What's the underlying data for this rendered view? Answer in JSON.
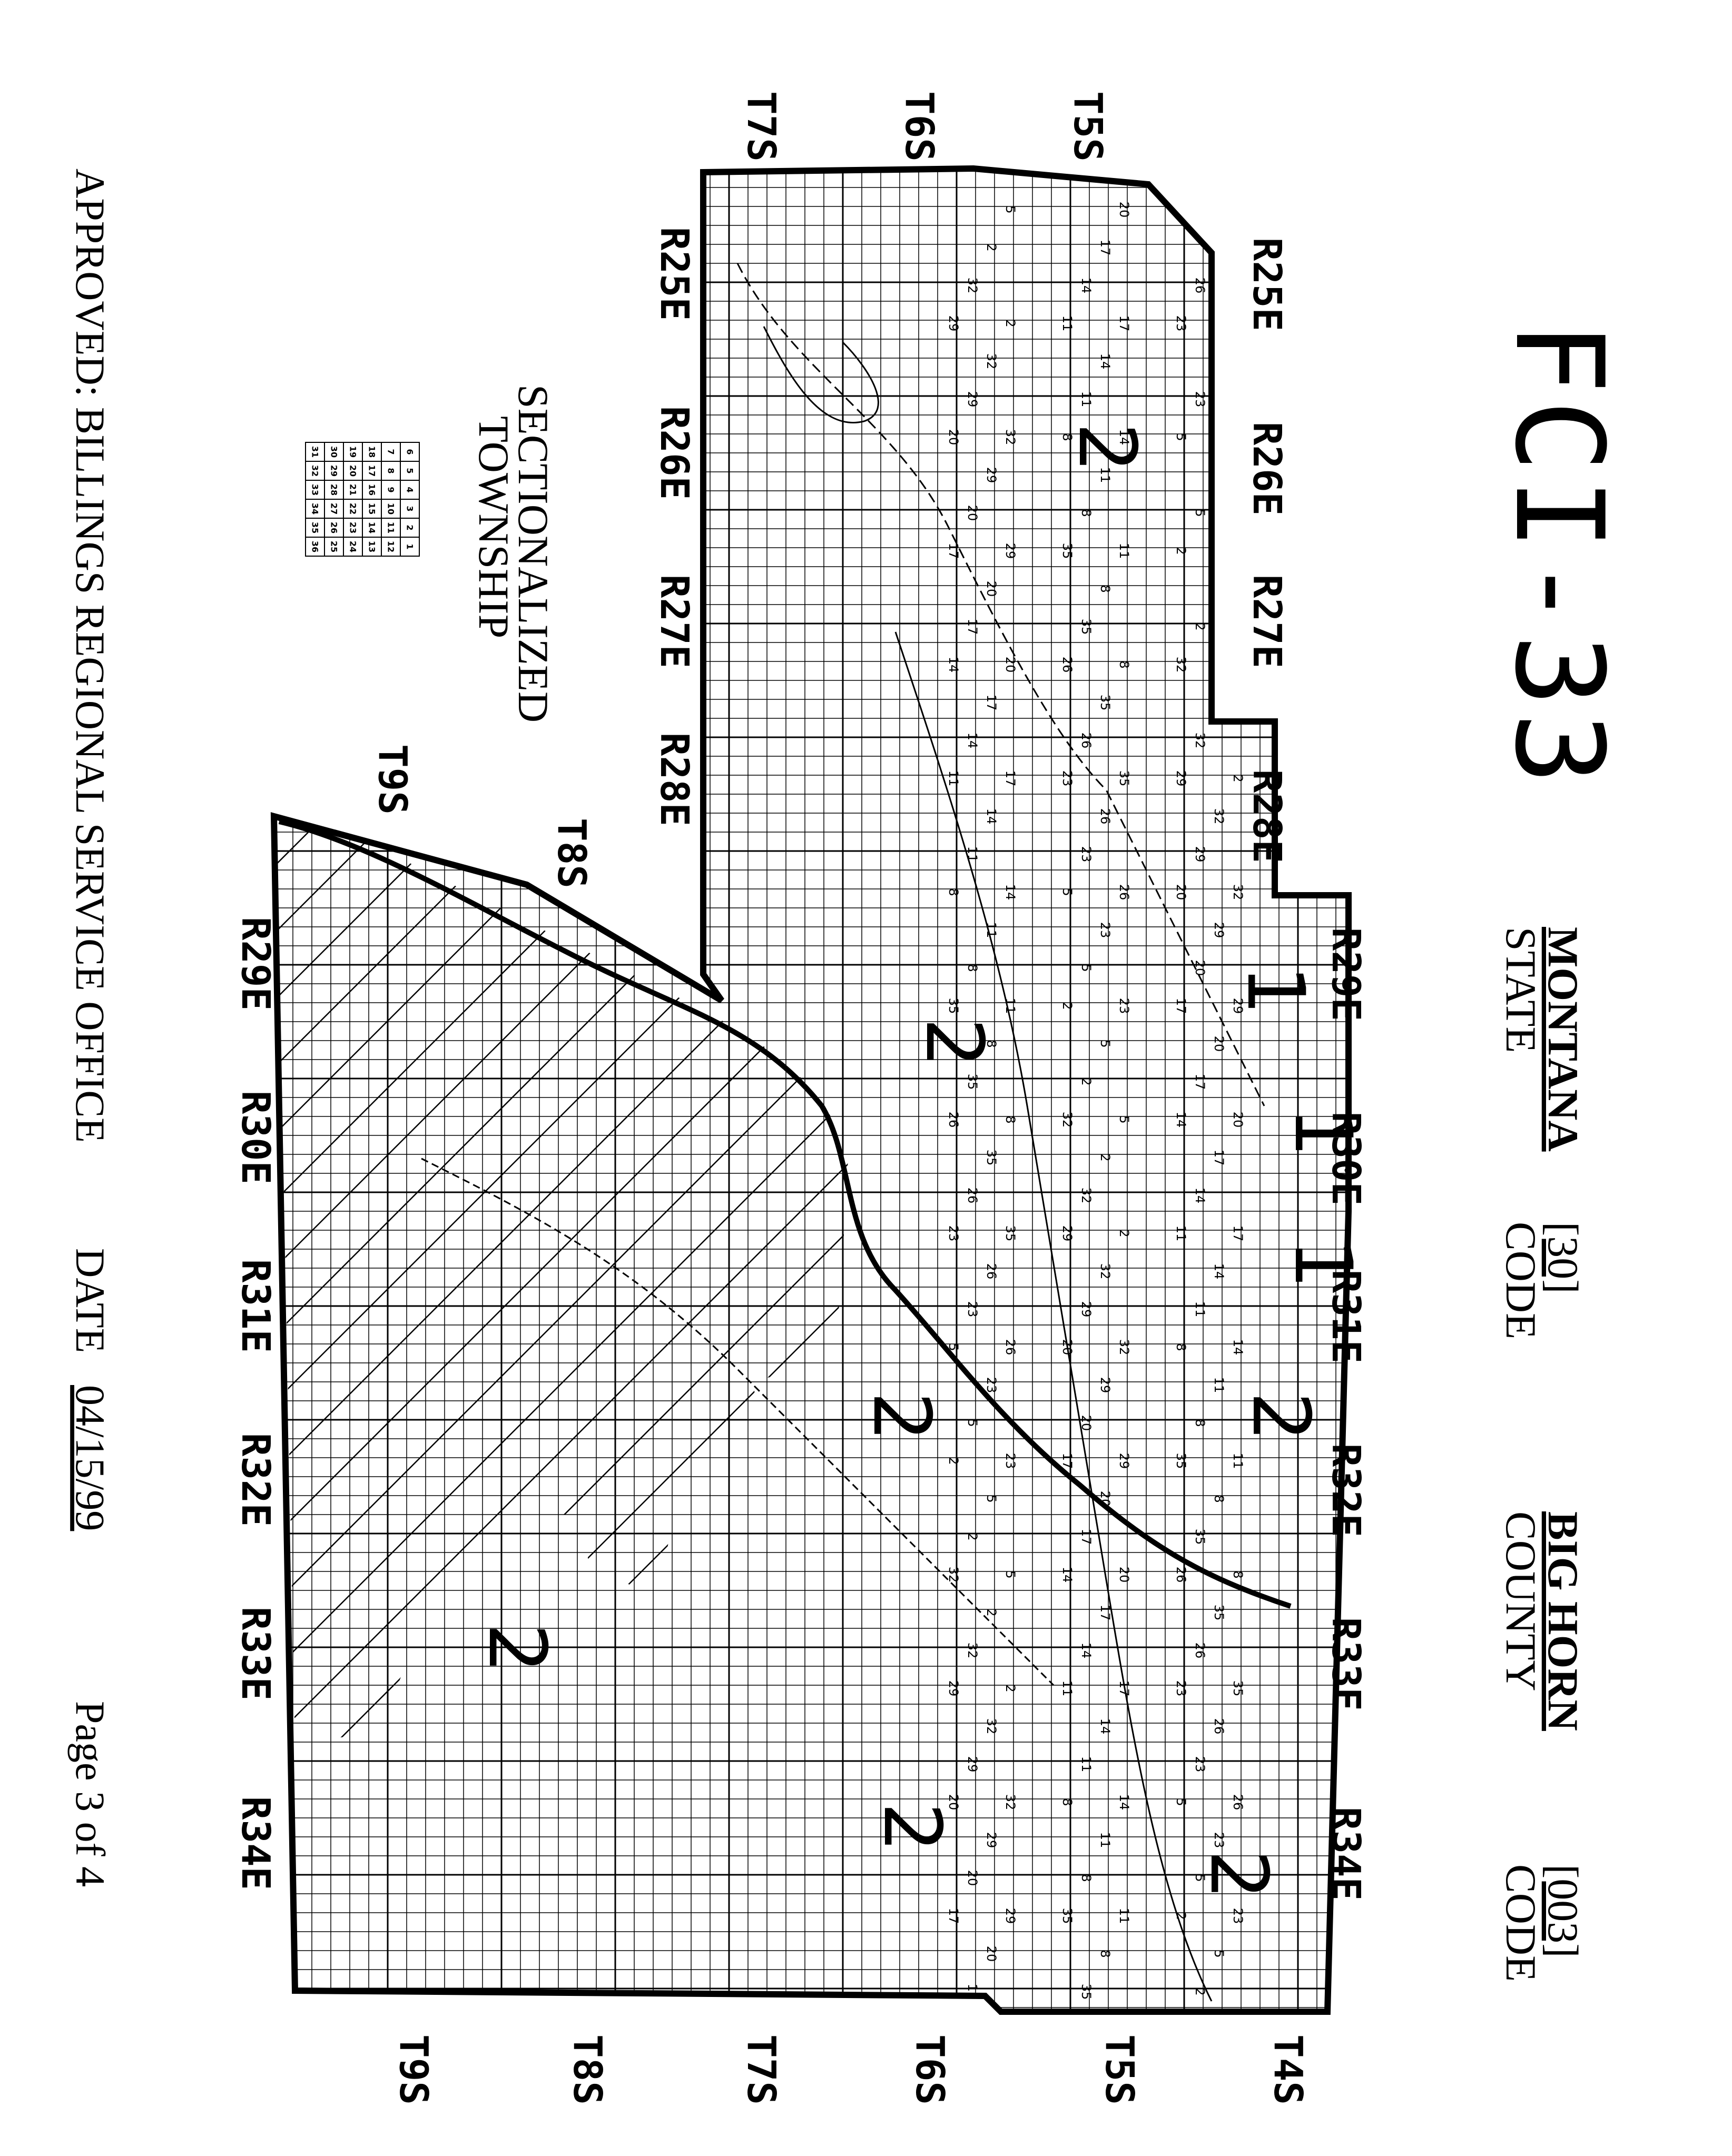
{
  "map_id": "FCI-33",
  "state_label": "STATE",
  "state_value": "MONTANA",
  "state_code_label": "CODE",
  "state_code_value": "[30]",
  "county_label": "COUNTY",
  "county_value": "BIG HORN",
  "county_code_label": "CODE",
  "county_code_value": "[003]",
  "approved": "APPROVED: BILLINGS REGIONAL SERVICE OFFICE",
  "date_label": "DATE",
  "date_value": "04/15/99",
  "page": "Page 3 of 4",
  "key": {
    "title_1": "SECTIONALIZED",
    "title_2": "TOWNSHIP",
    "rows": [
      [
        "6",
        "5",
        "4",
        "3",
        "2",
        "1"
      ],
      [
        "7",
        "8",
        "9",
        "10",
        "11",
        "12"
      ],
      [
        "18",
        "17",
        "16",
        "15",
        "14",
        "13"
      ],
      [
        "19",
        "20",
        "21",
        "22",
        "23",
        "24"
      ],
      [
        "30",
        "29",
        "28",
        "27",
        "26",
        "25"
      ],
      [
        "31",
        "32",
        "33",
        "34",
        "35",
        "36"
      ]
    ]
  },
  "ranges_right": [
    "R25E",
    "R26E",
    "R27E",
    "R28E",
    "R29E",
    "R30E",
    "R31E",
    "R32E",
    "R33E",
    "R34E"
  ],
  "ranges_left": [
    "R25E",
    "R26E",
    "R27E",
    "R28E",
    "R29E",
    "R30E",
    "R31E",
    "R32E",
    "R33E",
    "R34E"
  ],
  "townships_top": [
    "T7S",
    "T6S",
    "T5S"
  ],
  "townships_bottom": [
    "T9S",
    "T8S",
    "T7S",
    "T6S",
    "T5S",
    "T4S"
  ],
  "townships_inner": [
    "T9S",
    "T8S"
  ],
  "zone_labels": [
    "2",
    "2",
    "2",
    "2",
    "2",
    "2",
    "2",
    "1",
    "1",
    "1"
  ],
  "section_numbers": [
    "5",
    "2",
    "32",
    "29",
    "20",
    "17",
    "14",
    "11",
    "8",
    "35",
    "26",
    "23"
  ]
}
